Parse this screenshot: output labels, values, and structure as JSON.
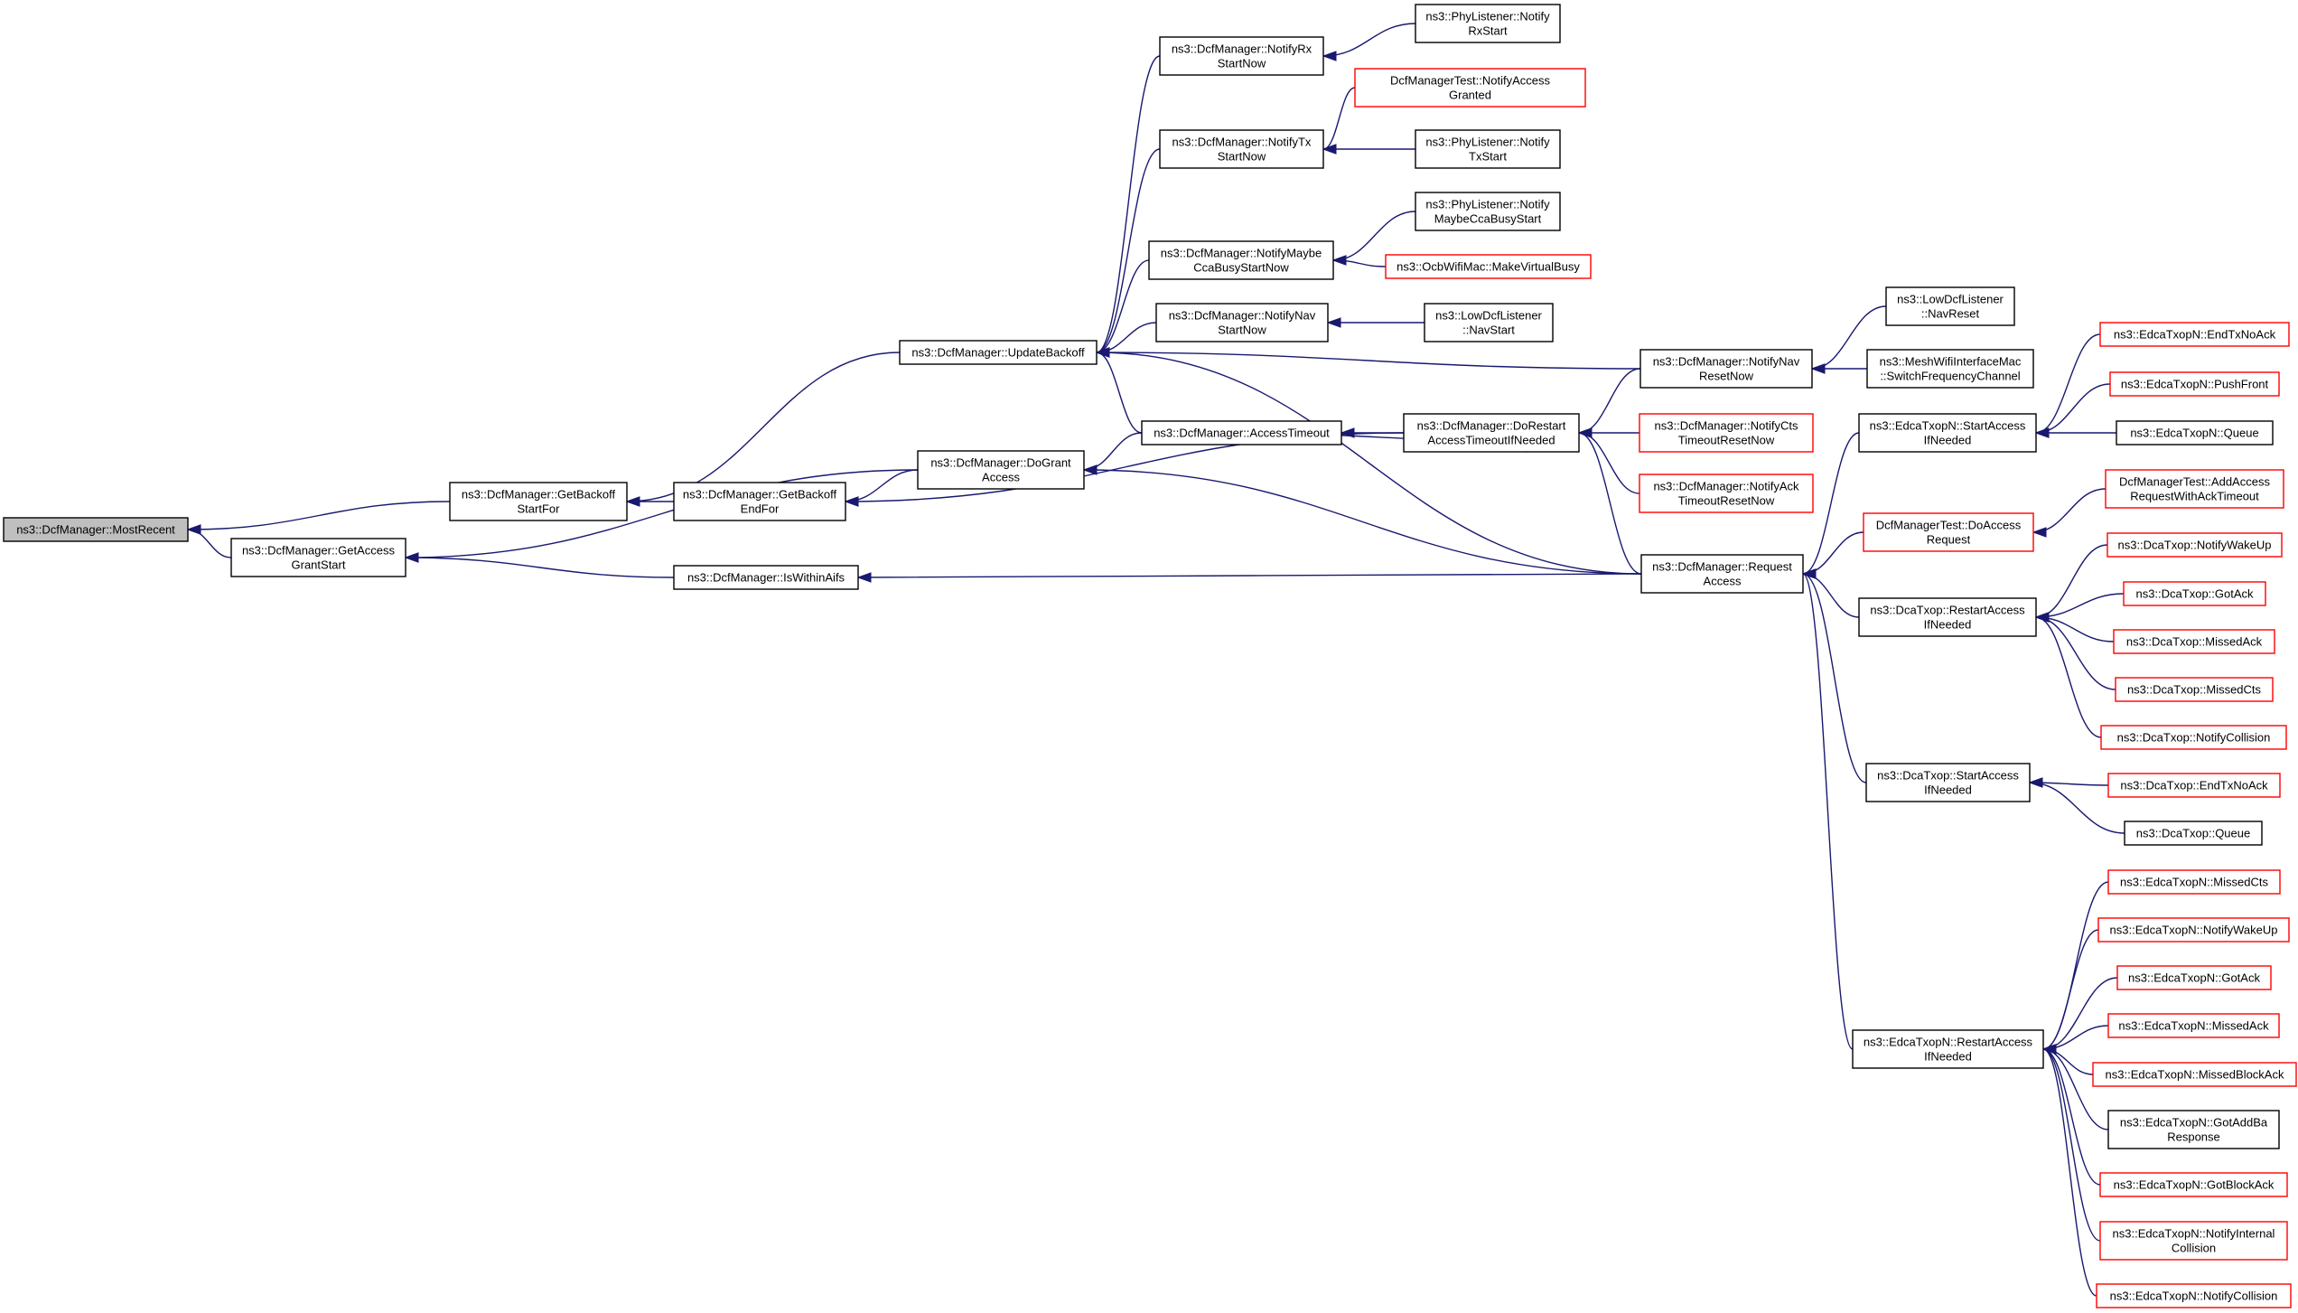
{
  "graph": {
    "colors": {
      "edge": "#191970",
      "normal_border": "#000000",
      "truncated_border": "#ff0000",
      "root_fill": "#bfbfbf"
    },
    "nodes": [
      {
        "id": "mostrecent",
        "lines": [
          "ns3::DcfManager::MostRecent"
        ],
        "style": "root"
      },
      {
        "id": "getaccessgrantstart",
        "lines": [
          "ns3::DcfManager::GetAccess",
          "GrantStart"
        ],
        "style": "normal"
      },
      {
        "id": "getbackoffstartfor",
        "lines": [
          "ns3::DcfManager::GetBackoff",
          "StartFor"
        ],
        "style": "normal"
      },
      {
        "id": "getbackoffendfor",
        "lines": [
          "ns3::DcfManager::GetBackoff",
          "EndFor"
        ],
        "style": "normal"
      },
      {
        "id": "iswithinaifs",
        "lines": [
          "ns3::DcfManager::IsWithinAifs"
        ],
        "style": "normal"
      },
      {
        "id": "updatebackoff",
        "lines": [
          "ns3::DcfManager::UpdateBackoff"
        ],
        "style": "normal"
      },
      {
        "id": "dograntaccess",
        "lines": [
          "ns3::DcfManager::DoGrant",
          "Access"
        ],
        "style": "normal"
      },
      {
        "id": "accesstimeout",
        "lines": [
          "ns3::DcfManager::AccessTimeout"
        ],
        "style": "normal"
      },
      {
        "id": "dorestart",
        "lines": [
          "ns3::DcfManager::DoRestart",
          "AccessTimeoutIfNeeded"
        ],
        "style": "normal"
      },
      {
        "id": "notifyrx",
        "lines": [
          "ns3::DcfManager::NotifyRx",
          "StartNow"
        ],
        "style": "normal"
      },
      {
        "id": "notifytx",
        "lines": [
          "ns3::DcfManager::NotifyTx",
          "StartNow"
        ],
        "style": "normal"
      },
      {
        "id": "notifymaybe",
        "lines": [
          "ns3::DcfManager::NotifyMaybe",
          "CcaBusyStartNow"
        ],
        "style": "normal"
      },
      {
        "id": "notifynavstart",
        "lines": [
          "ns3::DcfManager::NotifyNav",
          "StartNow"
        ],
        "style": "normal"
      },
      {
        "id": "phyrx",
        "lines": [
          "ns3::PhyListener::Notify",
          "RxStart"
        ],
        "style": "normal"
      },
      {
        "id": "testgranted",
        "lines": [
          "DcfManagerTest::NotifyAccess",
          "Granted"
        ],
        "style": "red"
      },
      {
        "id": "phytx",
        "lines": [
          "ns3::PhyListener::Notify",
          "TxStart"
        ],
        "style": "normal"
      },
      {
        "id": "phymaybe",
        "lines": [
          "ns3::PhyListener::Notify",
          "MaybeCcaBusyStart"
        ],
        "style": "normal"
      },
      {
        "id": "ocbvirtual",
        "lines": [
          "ns3::OcbWifiMac::MakeVirtualBusy"
        ],
        "style": "red"
      },
      {
        "id": "lownavstart",
        "lines": [
          "ns3::LowDcfListener",
          "::NavStart"
        ],
        "style": "normal"
      },
      {
        "id": "notifynavreset",
        "lines": [
          "ns3::DcfManager::NotifyNav",
          "ResetNow"
        ],
        "style": "normal"
      },
      {
        "id": "lownavreset",
        "lines": [
          "ns3::LowDcfListener",
          "::NavReset"
        ],
        "style": "normal"
      },
      {
        "id": "meshswitch",
        "lines": [
          "ns3::MeshWifiInterfaceMac",
          "::SwitchFrequencyChannel"
        ],
        "style": "normal"
      },
      {
        "id": "notifycts",
        "lines": [
          "ns3::DcfManager::NotifyCts",
          "TimeoutResetNow"
        ],
        "style": "red"
      },
      {
        "id": "notifyack",
        "lines": [
          "ns3::DcfManager::NotifyAck",
          "TimeoutResetNow"
        ],
        "style": "red"
      },
      {
        "id": "requestaccess",
        "lines": [
          "ns3::DcfManager::Request",
          "Access"
        ],
        "style": "normal"
      },
      {
        "id": "edcastartaccess",
        "lines": [
          "ns3::EdcaTxopN::StartAccess",
          "IfNeeded"
        ],
        "style": "normal"
      },
      {
        "id": "testdoaccess",
        "lines": [
          "DcfManagerTest::DoAccess",
          "Request"
        ],
        "style": "red"
      },
      {
        "id": "dcarestart",
        "lines": [
          "ns3::DcaTxop::RestartAccess",
          "IfNeeded"
        ],
        "style": "normal"
      },
      {
        "id": "dcastart",
        "lines": [
          "ns3::DcaTxop::StartAccess",
          "IfNeeded"
        ],
        "style": "normal"
      },
      {
        "id": "edcarestart",
        "lines": [
          "ns3::EdcaTxopN::RestartAccess",
          "IfNeeded"
        ],
        "style": "normal"
      },
      {
        "id": "edca_endtxnoack",
        "lines": [
          "ns3::EdcaTxopN::EndTxNoAck"
        ],
        "style": "red"
      },
      {
        "id": "edca_pushfront",
        "lines": [
          "ns3::EdcaTxopN::PushFront"
        ],
        "style": "red"
      },
      {
        "id": "edca_queue",
        "lines": [
          "ns3::EdcaTxopN::Queue"
        ],
        "style": "normal"
      },
      {
        "id": "test_addaccess",
        "lines": [
          "DcfManagerTest::AddAccess",
          "RequestWithAckTimeout"
        ],
        "style": "red"
      },
      {
        "id": "dca_notifywakeup",
        "lines": [
          "ns3::DcaTxop::NotifyWakeUp"
        ],
        "style": "red"
      },
      {
        "id": "dca_gotack",
        "lines": [
          "ns3::DcaTxop::GotAck"
        ],
        "style": "red"
      },
      {
        "id": "dca_missedack",
        "lines": [
          "ns3::DcaTxop::MissedAck"
        ],
        "style": "red"
      },
      {
        "id": "dca_missedcts",
        "lines": [
          "ns3::DcaTxop::MissedCts"
        ],
        "style": "red"
      },
      {
        "id": "dca_notifycollision",
        "lines": [
          "ns3::DcaTxop::NotifyCollision"
        ],
        "style": "red"
      },
      {
        "id": "dca_endtxnoack",
        "lines": [
          "ns3::DcaTxop::EndTxNoAck"
        ],
        "style": "red"
      },
      {
        "id": "dca_queue",
        "lines": [
          "ns3::DcaTxop::Queue"
        ],
        "style": "normal"
      },
      {
        "id": "edca_missedcts",
        "lines": [
          "ns3::EdcaTxopN::MissedCts"
        ],
        "style": "red"
      },
      {
        "id": "edca_notifywakeup",
        "lines": [
          "ns3::EdcaTxopN::NotifyWakeUp"
        ],
        "style": "red"
      },
      {
        "id": "edca_gotack",
        "lines": [
          "ns3::EdcaTxopN::GotAck"
        ],
        "style": "red"
      },
      {
        "id": "edca_missedack",
        "lines": [
          "ns3::EdcaTxopN::MissedAck"
        ],
        "style": "red"
      },
      {
        "id": "edca_missedblockack",
        "lines": [
          "ns3::EdcaTxopN::MissedBlockAck"
        ],
        "style": "red"
      },
      {
        "id": "edca_gotaddba",
        "lines": [
          "ns3::EdcaTxopN::GotAddBa",
          "Response"
        ],
        "style": "normal"
      },
      {
        "id": "edca_gotblockack",
        "lines": [
          "ns3::EdcaTxopN::GotBlockAck"
        ],
        "style": "red"
      },
      {
        "id": "edca_notifyinternal",
        "lines": [
          "ns3::EdcaTxopN::NotifyInternal",
          "Collision"
        ],
        "style": "red"
      },
      {
        "id": "edca_notifycollision",
        "lines": [
          "ns3::EdcaTxopN::NotifyCollision"
        ],
        "style": "red"
      }
    ],
    "edges": [
      {
        "from": "getbackoffstartfor",
        "to": "mostrecent"
      },
      {
        "from": "getaccessgrantstart",
        "to": "mostrecent"
      },
      {
        "from": "getbackoffendfor",
        "to": "getbackoffstartfor"
      },
      {
        "from": "updatebackoff",
        "to": "getbackoffstartfor"
      },
      {
        "from": "iswithinaifs",
        "to": "getaccessgrantstart"
      },
      {
        "from": "dograntaccess",
        "to": "getaccessgrantstart"
      },
      {
        "from": "dograntaccess",
        "to": "getbackoffendfor"
      },
      {
        "from": "dorestart",
        "to": "getbackoffendfor"
      },
      {
        "from": "requestaccess",
        "to": "iswithinaifs"
      },
      {
        "from": "notifyrx",
        "to": "updatebackoff"
      },
      {
        "from": "notifytx",
        "to": "updatebackoff"
      },
      {
        "from": "notifymaybe",
        "to": "updatebackoff"
      },
      {
        "from": "notifynavstart",
        "to": "updatebackoff"
      },
      {
        "from": "notifynavreset",
        "to": "updatebackoff"
      },
      {
        "from": "accesstimeout",
        "to": "updatebackoff"
      },
      {
        "from": "requestaccess",
        "to": "updatebackoff"
      },
      {
        "from": "accesstimeout",
        "to": "dograntaccess"
      },
      {
        "from": "requestaccess",
        "to": "dograntaccess"
      },
      {
        "from": "dorestart",
        "to": "accesstimeout"
      },
      {
        "from": "accesstimeout",
        "to": "dorestart"
      },
      {
        "from": "notifynavreset",
        "to": "dorestart"
      },
      {
        "from": "notifycts",
        "to": "dorestart"
      },
      {
        "from": "notifyack",
        "to": "dorestart"
      },
      {
        "from": "requestaccess",
        "to": "dorestart"
      },
      {
        "from": "phyrx",
        "to": "notifyrx"
      },
      {
        "from": "testgranted",
        "to": "notifytx"
      },
      {
        "from": "phytx",
        "to": "notifytx"
      },
      {
        "from": "phymaybe",
        "to": "notifymaybe"
      },
      {
        "from": "ocbvirtual",
        "to": "notifymaybe"
      },
      {
        "from": "lownavstart",
        "to": "notifynavstart"
      },
      {
        "from": "lownavreset",
        "to": "notifynavreset"
      },
      {
        "from": "meshswitch",
        "to": "notifynavreset"
      },
      {
        "from": "edcastartaccess",
        "to": "requestaccess"
      },
      {
        "from": "testdoaccess",
        "to": "requestaccess"
      },
      {
        "from": "dcarestart",
        "to": "requestaccess"
      },
      {
        "from": "dcastart",
        "to": "requestaccess"
      },
      {
        "from": "edcarestart",
        "to": "requestaccess"
      },
      {
        "from": "edca_endtxnoack",
        "to": "edcastartaccess"
      },
      {
        "from": "edca_pushfront",
        "to": "edcastartaccess"
      },
      {
        "from": "edca_queue",
        "to": "edcastartaccess"
      },
      {
        "from": "test_addaccess",
        "to": "testdoaccess"
      },
      {
        "from": "dca_notifywakeup",
        "to": "dcarestart"
      },
      {
        "from": "dca_gotack",
        "to": "dcarestart"
      },
      {
        "from": "dca_missedack",
        "to": "dcarestart"
      },
      {
        "from": "dca_missedcts",
        "to": "dcarestart"
      },
      {
        "from": "dca_notifycollision",
        "to": "dcarestart"
      },
      {
        "from": "dca_endtxnoack",
        "to": "dcastart"
      },
      {
        "from": "dca_queue",
        "to": "dcastart"
      },
      {
        "from": "edca_missedcts",
        "to": "edcarestart"
      },
      {
        "from": "edca_notifywakeup",
        "to": "edcarestart"
      },
      {
        "from": "edca_gotack",
        "to": "edcarestart"
      },
      {
        "from": "edca_missedack",
        "to": "edcarestart"
      },
      {
        "from": "edca_missedblockack",
        "to": "edcarestart"
      },
      {
        "from": "edca_gotaddba",
        "to": "edcarestart"
      },
      {
        "from": "edca_gotblockack",
        "to": "edcarestart"
      },
      {
        "from": "edca_notifyinternal",
        "to": "edcarestart"
      },
      {
        "from": "edca_notifycollision",
        "to": "edcarestart"
      }
    ]
  }
}
